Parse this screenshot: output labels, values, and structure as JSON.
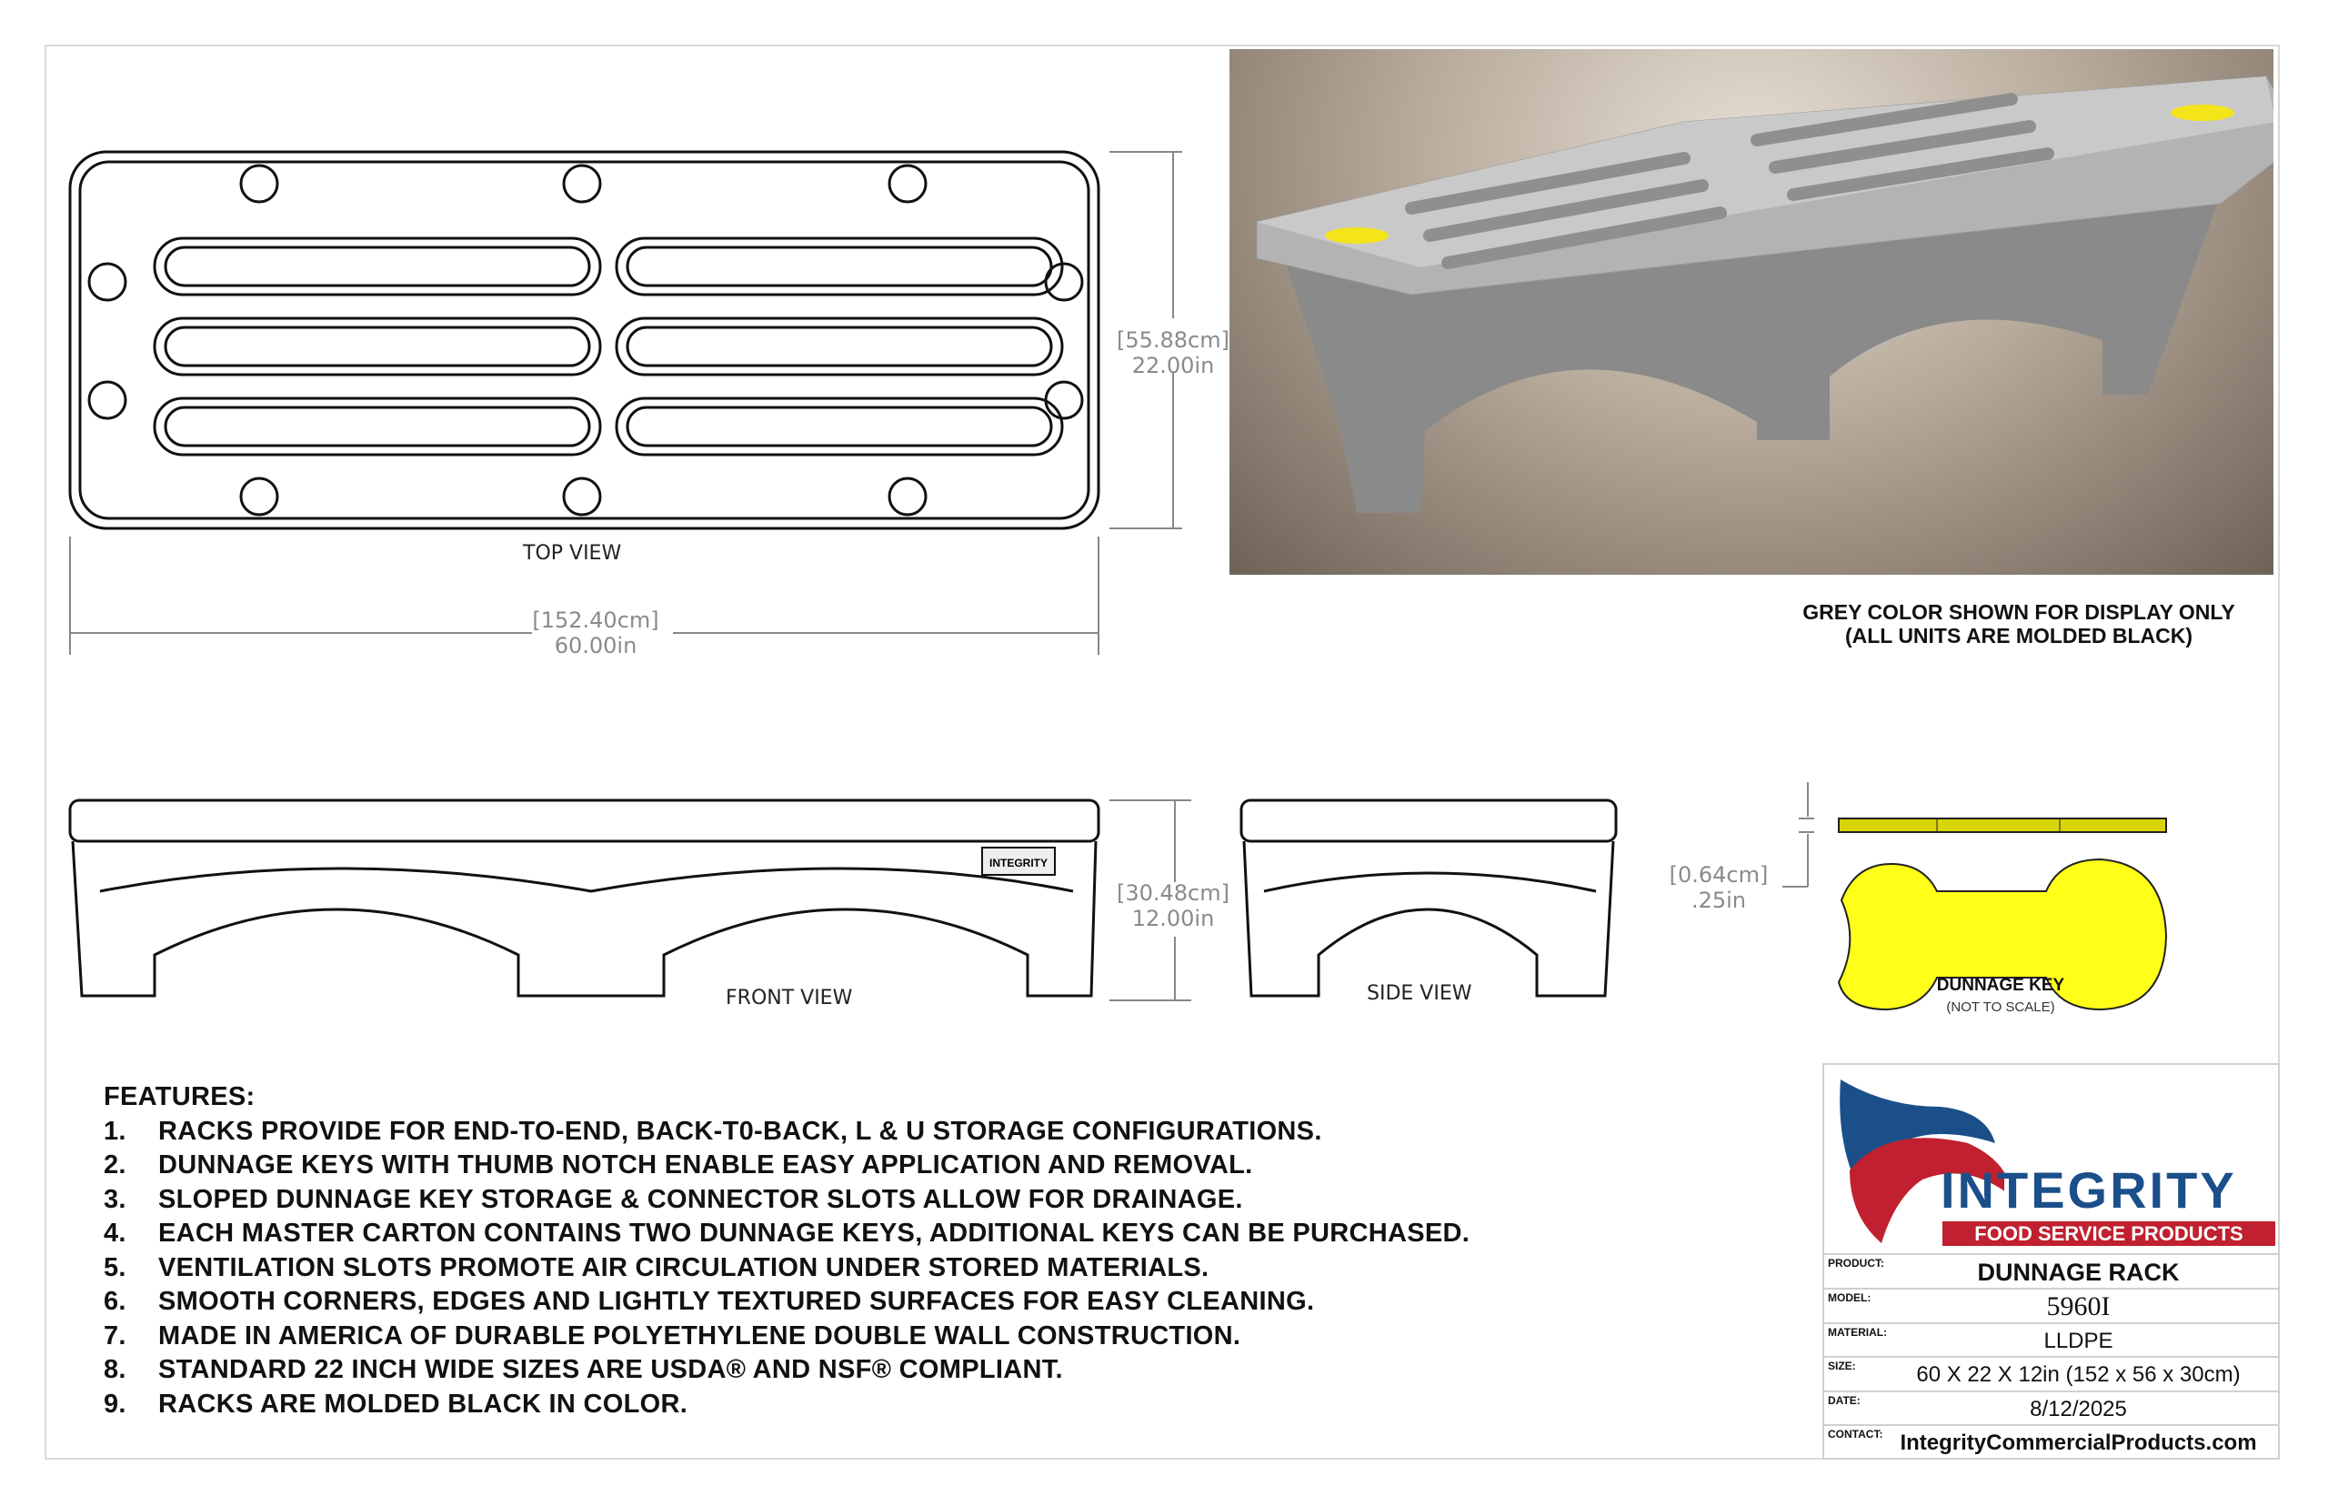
{
  "views": {
    "top": {
      "label": "TOP VIEW",
      "width_cm": "[152.40cm]",
      "width_in": "60.00in",
      "depth_cm": "[55.88cm]",
      "depth_in": "22.00in"
    },
    "front": {
      "label": "FRONT VIEW",
      "height_cm": "[30.48cm]",
      "height_in": "12.00in",
      "emboss": "INTEGRITY"
    },
    "side": {
      "label": "SIDE VIEW"
    },
    "key": {
      "thickness_cm": "[0.64cm]",
      "thickness_in": ".25in",
      "label": "DUNNAGE KEY",
      "sublabel": "(NOT TO SCALE)"
    }
  },
  "note": {
    "line1": "GREY COLOR SHOWN FOR DISPLAY ONLY",
    "line2": "(ALL UNITS ARE MOLDED BLACK)"
  },
  "features": {
    "title": "FEATURES:",
    "items": [
      {
        "num": "1.",
        "text": "RACKS PROVIDE FOR END-TO-END, BACK-T0-BACK, L & U STORAGE CONFIGURATIONS."
      },
      {
        "num": "2.",
        "text": "DUNNAGE KEYS WITH THUMB NOTCH ENABLE EASY APPLICATION AND REMOVAL."
      },
      {
        "num": "3.",
        "text": "SLOPED DUNNAGE KEY STORAGE & CONNECTOR SLOTS ALLOW FOR DRAINAGE."
      },
      {
        "num": "4.",
        "text": "EACH MASTER CARTON CONTAINS TWO DUNNAGE KEYS, ADDITIONAL KEYS CAN BE PURCHASED."
      },
      {
        "num": "5.",
        "text": "VENTILATION SLOTS PROMOTE AIR CIRCULATION UNDER STORED MATERIALS."
      },
      {
        "num": "6.",
        "text": "SMOOTH CORNERS, EDGES AND LIGHTLY TEXTURED SURFACES FOR EASY CLEANING."
      },
      {
        "num": "7.",
        "text": "MADE IN AMERICA OF DURABLE POLYETHYLENE DOUBLE WALL CONSTRUCTION."
      },
      {
        "num": "8.",
        "text": "STANDARD 22 INCH WIDE SIZES ARE USDA® AND NSF® COMPLIANT."
      },
      {
        "num": "9.",
        "text": "RACKS ARE MOLDED BLACK IN COLOR."
      }
    ]
  },
  "title_block": {
    "brand": "INTEGRITY",
    "brand_sub": "FOOD SERVICE PRODUCTS",
    "colors": {
      "blue": "#1b4f8a",
      "red": "#c0202f",
      "key_yellow": "#ffff1a"
    },
    "product_label": "PRODUCT:",
    "product": "DUNNAGE RACK",
    "model_label": "MODEL:",
    "model": "5960I",
    "material_label": "MATERIAL:",
    "material": "LLDPE",
    "size_label": "SIZE:",
    "size": "60 X 22 X 12in (152 x 56 x 30cm)",
    "date_label": "DATE:",
    "date": "8/12/2025",
    "contact_label": "CONTACT:",
    "contact": "IntegrityCommercialProducts.com"
  }
}
